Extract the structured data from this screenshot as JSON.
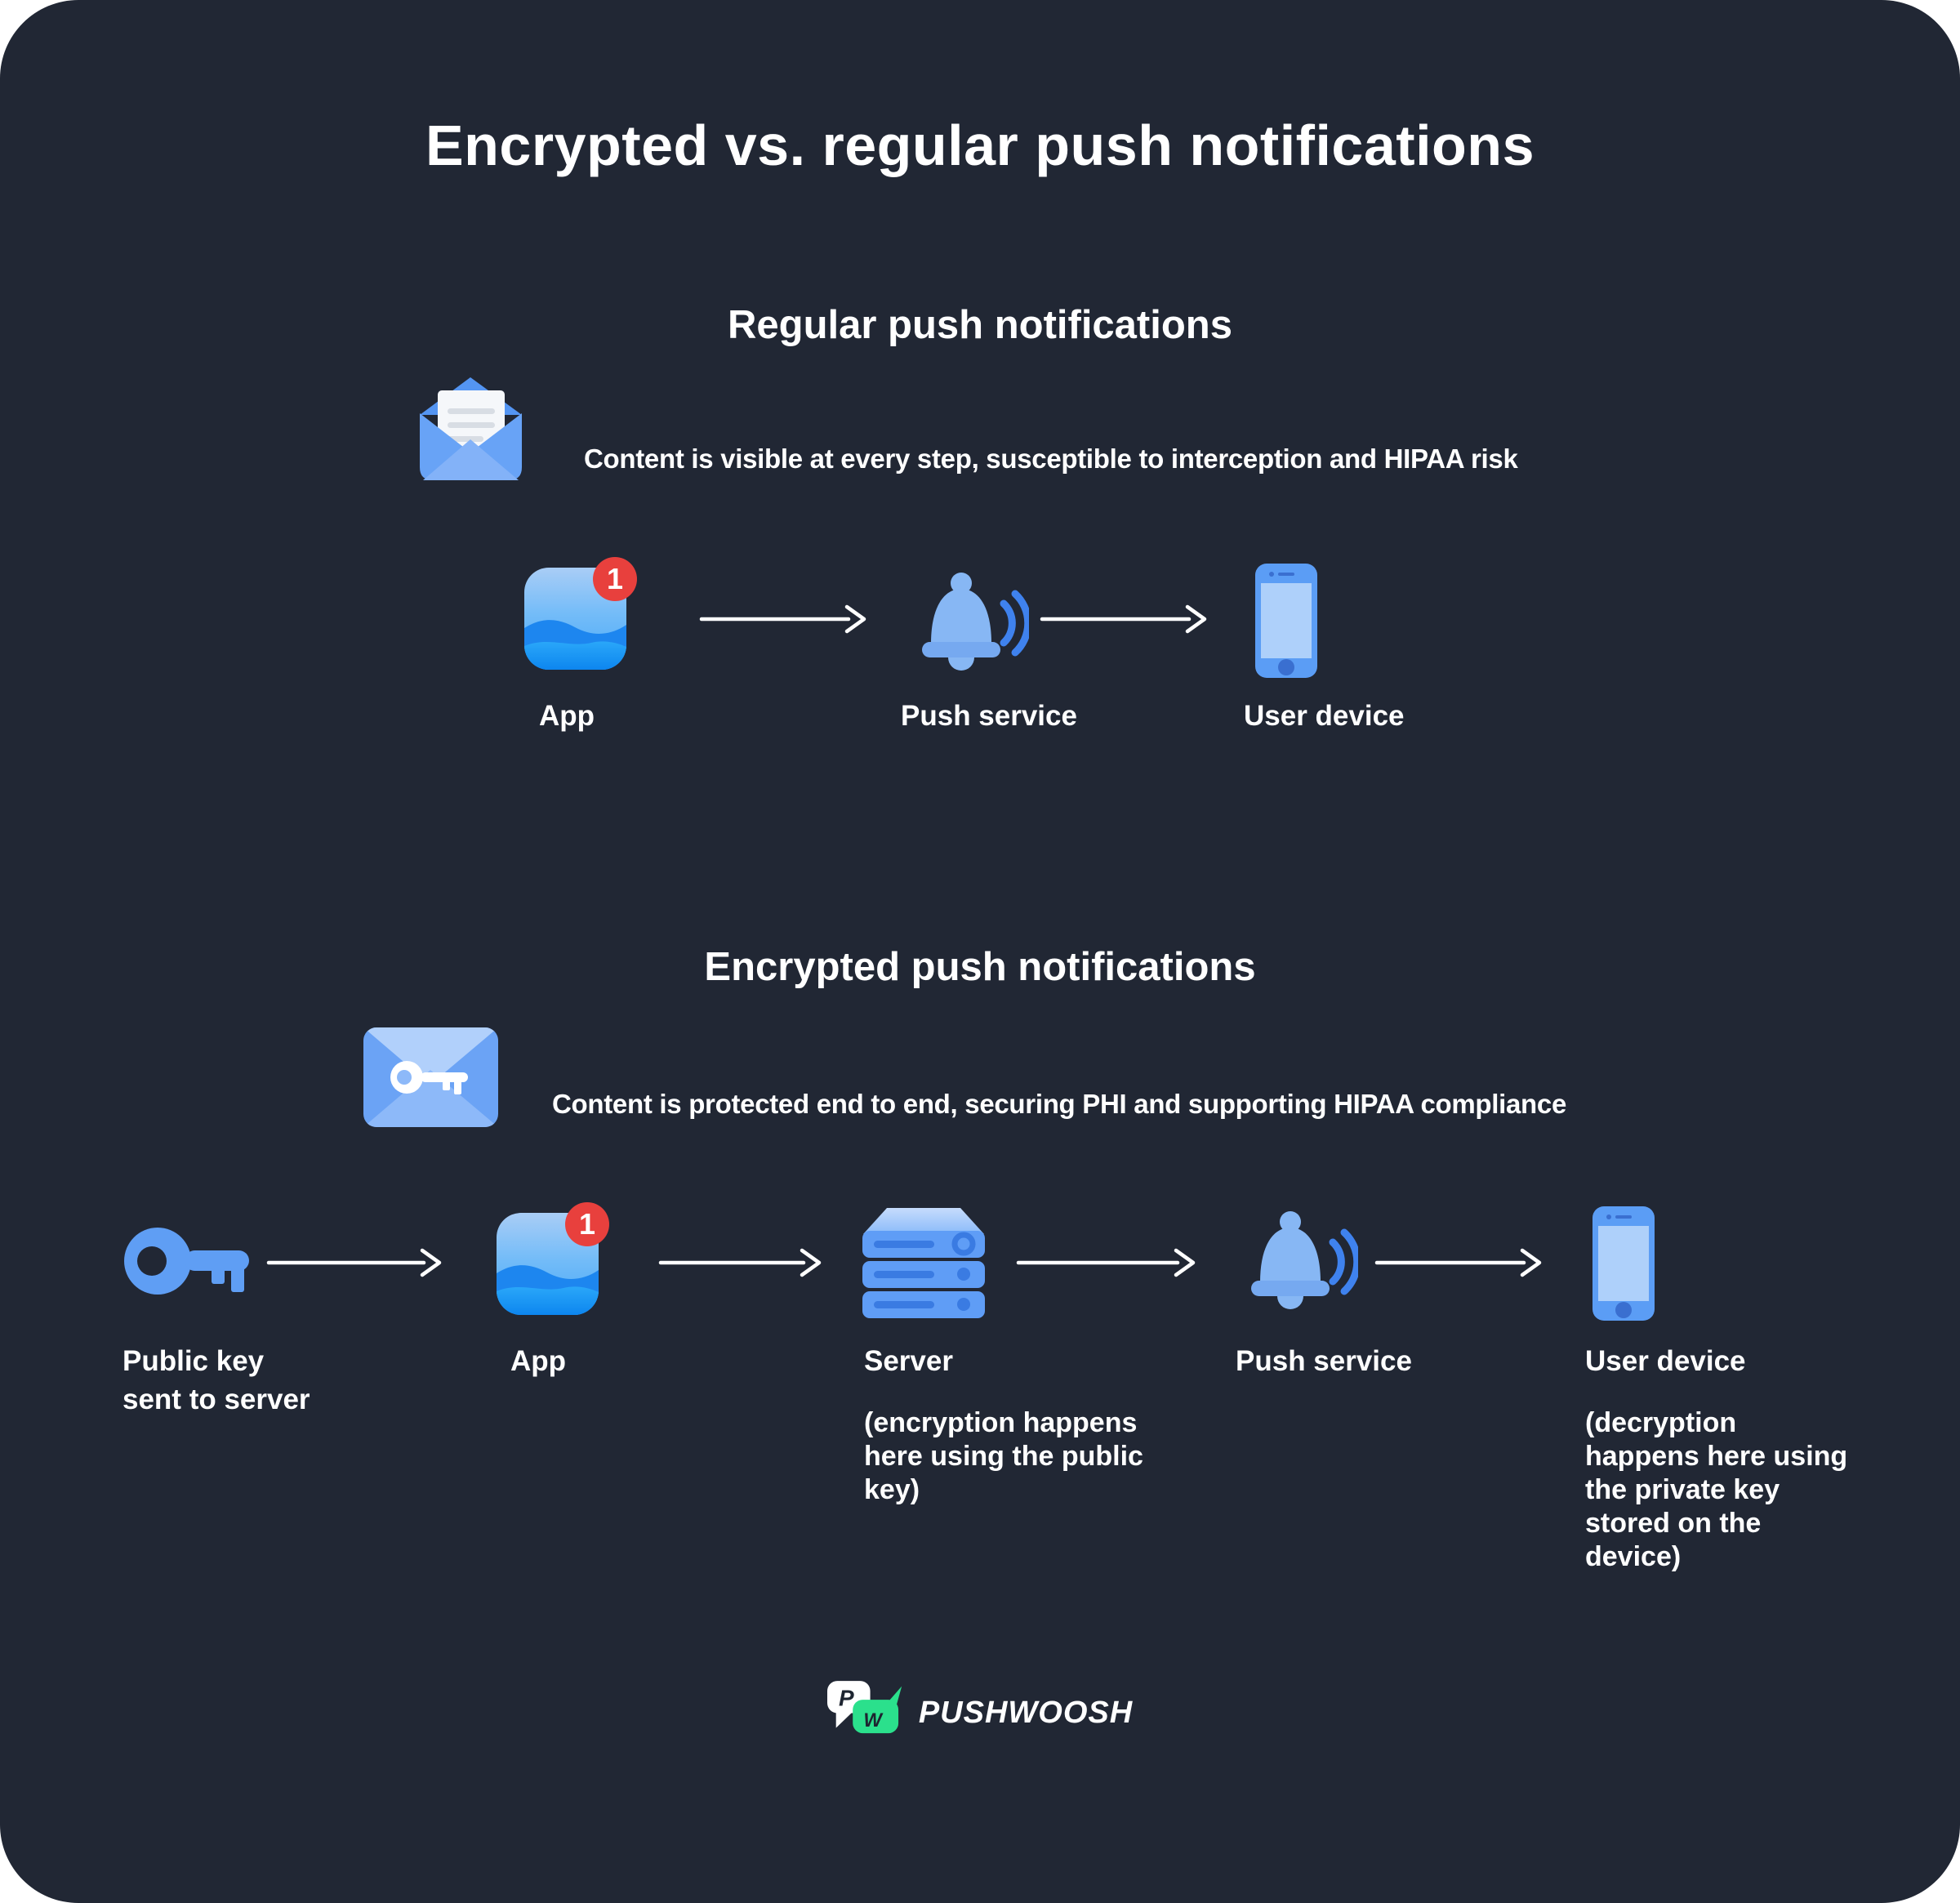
{
  "title": "Encrypted vs. regular push notifications",
  "regular_section": {
    "heading": "Regular push notifications",
    "description": "Content is visible at every step, susceptible to interception and HIPAA risk",
    "section_icon": "open-envelope-icon",
    "steps": [
      {
        "label": "App",
        "icon": "app-icon",
        "badge": "1"
      },
      {
        "label": "Push service",
        "icon": "bell-icon"
      },
      {
        "label": "User device",
        "icon": "smartphone-icon"
      }
    ]
  },
  "encrypted_section": {
    "heading": "Encrypted push notifications",
    "description": "Content is protected end to end, securing PHI and supporting HIPAA compliance",
    "section_icon": "envelope-with-key-icon",
    "steps": [
      {
        "label": "Public key\nsent to server",
        "icon": "key-icon"
      },
      {
        "label": "App",
        "icon": "app-icon",
        "badge": "1"
      },
      {
        "label": "Server",
        "icon": "server-icon",
        "note": "(encryption happens\nhere using the public\nkey)"
      },
      {
        "label": "Push service",
        "icon": "bell-icon"
      },
      {
        "label": "User device",
        "icon": "smartphone-icon",
        "note": " (decryption\nhappens here using\nthe private key\nstored on the\ndevice)"
      }
    ]
  },
  "footer": {
    "brand": "PUSHWOOSH",
    "logo_letters": {
      "p": "P",
      "w": "W"
    }
  },
  "colors": {
    "panel_background": "#212734",
    "text": "#ffffff",
    "icon_blue": "#5f9ef4",
    "icon_blue_dark": "#3a7be2",
    "icon_blue_light": "#aecdf9",
    "badge_red": "#e8403d",
    "brand_green": "#2be08c"
  }
}
